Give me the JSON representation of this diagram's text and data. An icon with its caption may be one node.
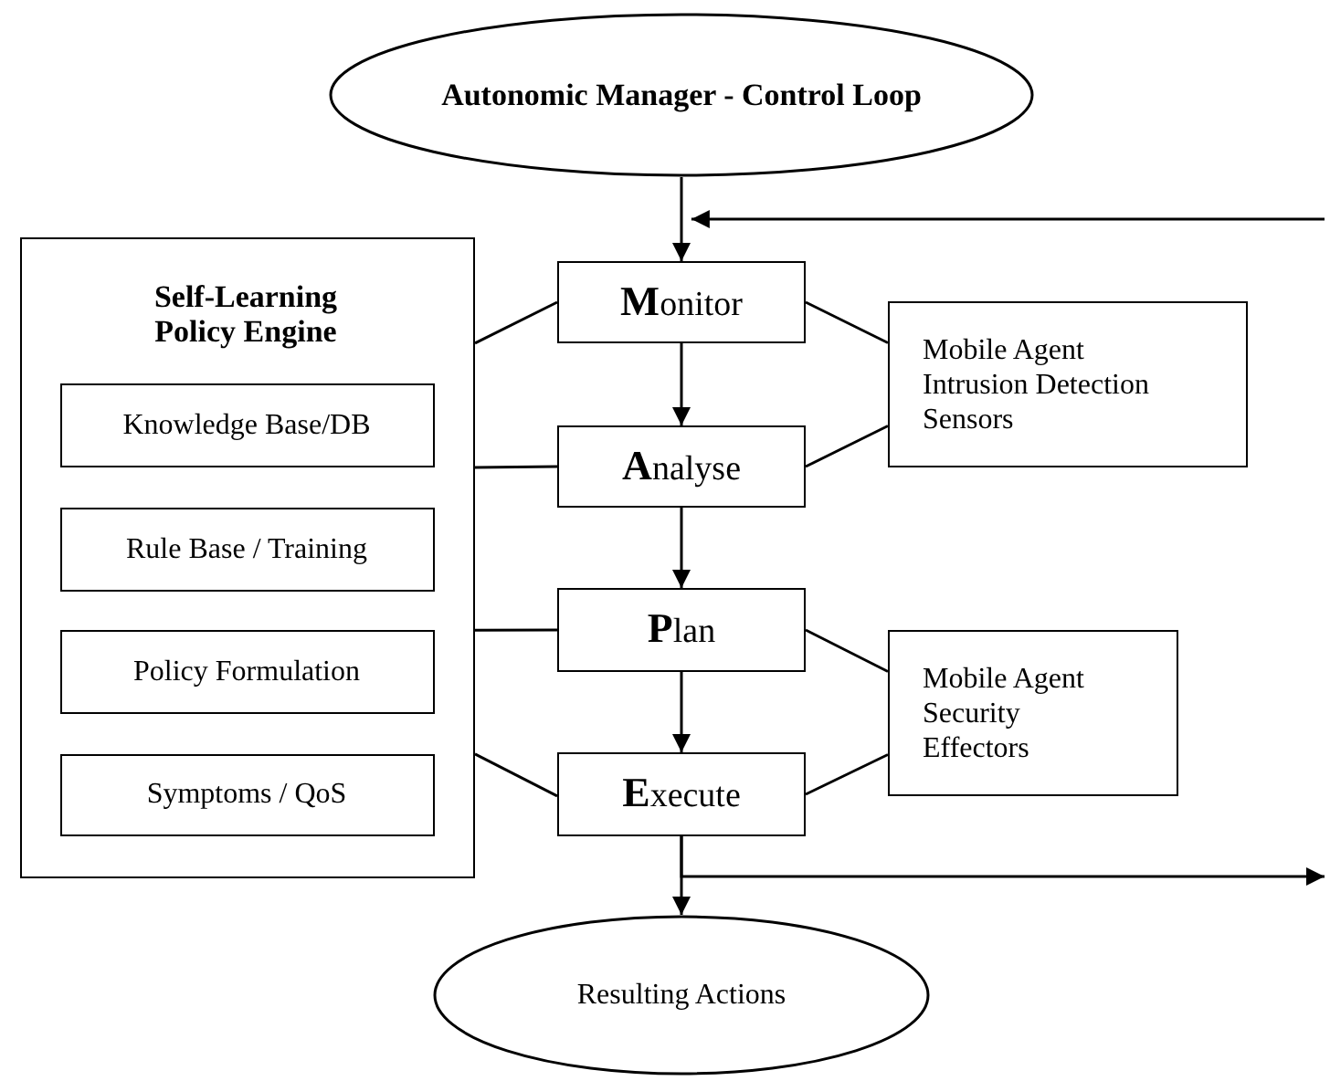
{
  "diagram": {
    "nodes": [
      {
        "text": [
          "Autonomic Manager - Control Loop"
        ]
      },
      {
        "text": [
          "Self-Learning Policy Engine"
        ]
      },
      {
        "text": [
          "Knowledge Base/DB"
        ],
        "in": 1
      },
      {
        "text": [
          "Rule Base / Training"
        ],
        "in": 1
      },
      {
        "text": [
          "Policy Formulation"
        ],
        "in": 1
      },
      {
        "text": [
          "Symptoms / QoS"
        ],
        "in": 1
      },
      {
        "text": [
          "**M**onitor"
        ]
      },
      {
        "text": [
          "**A**nalyse"
        ]
      },
      {
        "text": [
          "**P**lan"
        ]
      },
      {
        "text": [
          "**E**xecute"
        ]
      },
      {
        "text": [
          "Mobile Agent Intrusion Detection Sensors"
        ]
      },
      {
        "text": [
          "Mobile Agent Security Effectors"
        ]
      },
      {
        "text": [
          "Resulting Actions"
        ]
      }
    ],
    "edges": [
      {
        "from": 0,
        "to": 6,
        "arrow": "to"
      },
      {
        "from": null,
        "to": 6,
        "arrow": "to"
      },
      {
        "from": 6,
        "to": 7,
        "arrow": "to"
      },
      {
        "from": 7,
        "to": 8,
        "arrow": "to"
      },
      {
        "from": 8,
        "to": 9,
        "arrow": "to"
      },
      {
        "from": 9,
        "to": 12,
        "arrow": "to"
      },
      {
        "from": 9,
        "to": null,
        "arrow": "to"
      },
      {
        "from": 1,
        "to": 6,
        "arrow": "none"
      },
      {
        "from": 1,
        "to": 7,
        "arrow": "none"
      },
      {
        "from": 1,
        "to": 8,
        "arrow": "none"
      },
      {
        "from": 1,
        "to": 9,
        "arrow": "none"
      },
      {
        "from": 6,
        "to": 10,
        "arrow": "none"
      },
      {
        "from": 7,
        "to": 10,
        "arrow": "none"
      },
      {
        "from": 8,
        "to": 11,
        "arrow": "none"
      },
      {
        "from": 9,
        "to": 11,
        "arrow": "none"
      }
    ]
  }
}
